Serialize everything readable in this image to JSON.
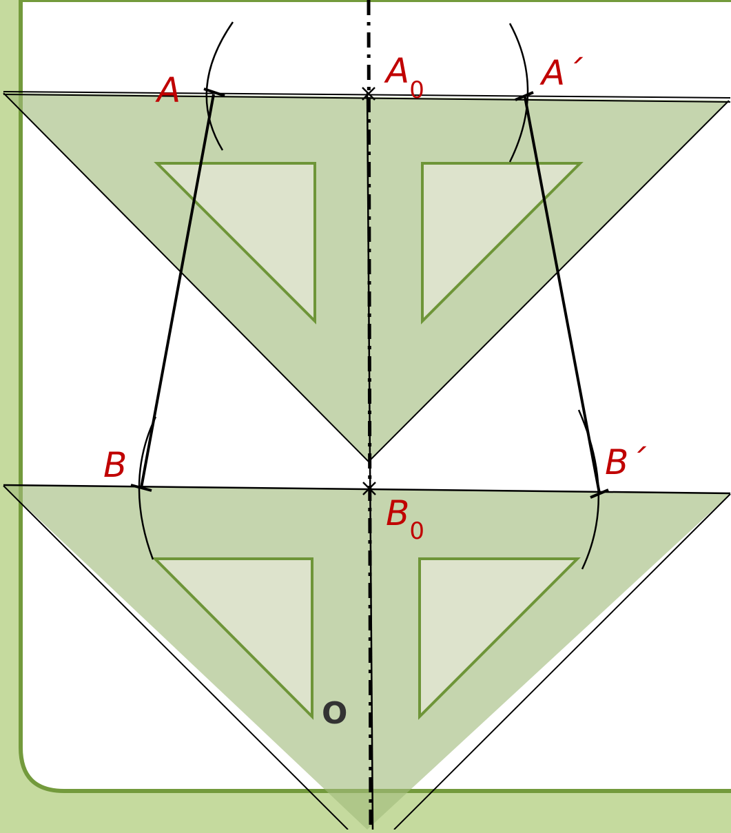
{
  "labels": {
    "A": "A",
    "A0_main": "A",
    "A0_sub": "0",
    "A_prime": "A´",
    "B": "B",
    "B0_main": "B",
    "B0_sub": "0",
    "B_prime": "B´",
    "O": "O"
  },
  "colors": {
    "page_background": "#c5da9e",
    "panel_background": "#ffffff",
    "panel_border": "#739a3c",
    "set_square_fill": "#a2bc7d",
    "set_square_inner_fill": "#dde3cc",
    "set_square_inner_stroke": "#6e9538",
    "construction_line": "#000000",
    "point_label": "#c00000",
    "center_label": "#333333"
  }
}
